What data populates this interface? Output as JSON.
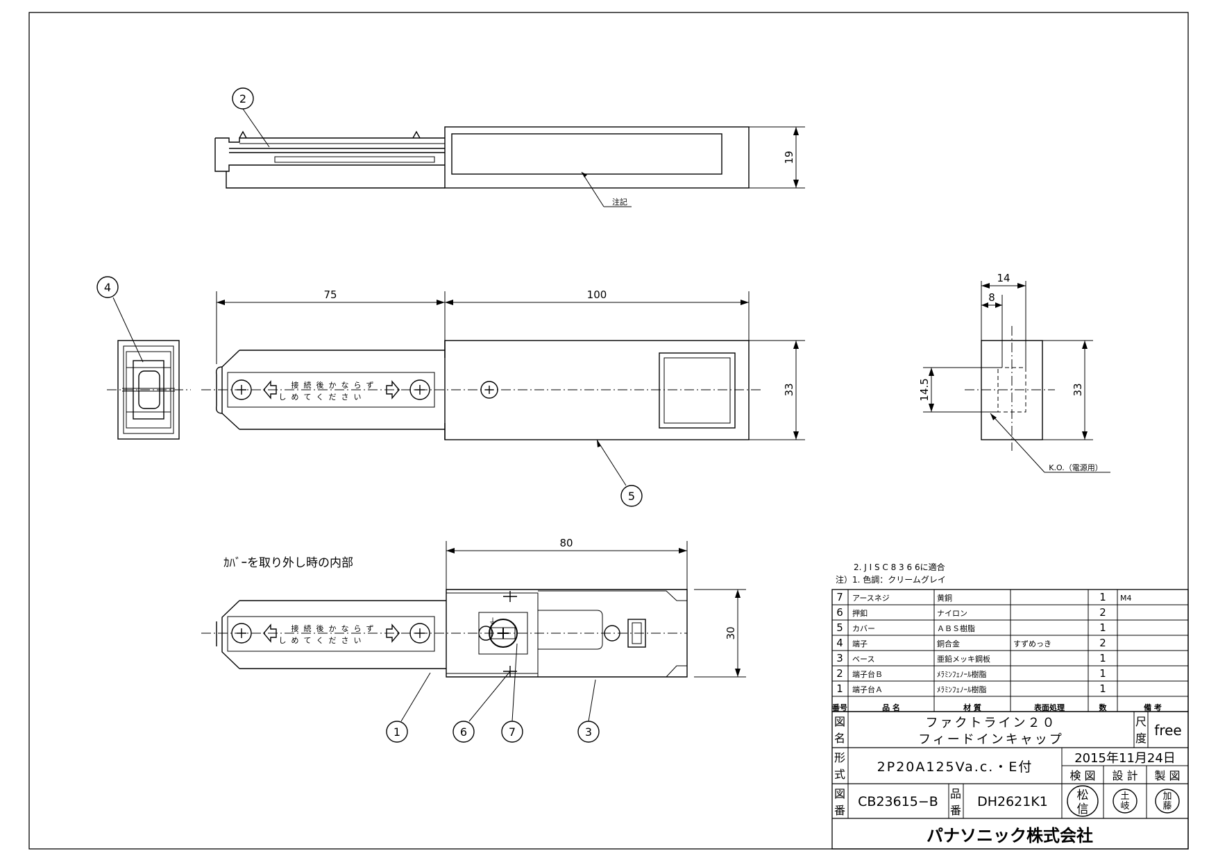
{
  "dimensions": {
    "top_height": "19",
    "front_left_length": "75",
    "front_right_length": "100",
    "front_height": "33",
    "side_width": "14",
    "side_offset": "8",
    "side_ko_height": "14.5",
    "side_height": "33",
    "inner_length": "80",
    "inner_height": "30"
  },
  "balloons": [
    "2",
    "4",
    "5",
    "1",
    "6",
    "7",
    "3"
  ],
  "labels": {
    "note_label": "注記",
    "ko_label": "K.O.（電源用）",
    "inner_caption": "ｶﾊﾞｰを取り外し時の内部",
    "earth_symbol": "⏚"
  },
  "arrow_text": [
    "接",
    "続",
    "後",
    "か",
    "な",
    "ら",
    "ず",
    "し",
    "め",
    "て",
    "く",
    "だ",
    "さ",
    "い"
  ],
  "notes": [
    "2. J I S  C  8 3 6 6に適合",
    "注）1. 色調：クリームグレイ"
  ],
  "parts_table": {
    "headers": [
      "番号",
      "品 名",
      "材 質",
      "表面処理",
      "数",
      "備 考"
    ],
    "rows": [
      {
        "no": "7",
        "name": "アースネジ",
        "material": "黄銅",
        "finish": "",
        "qty": "1",
        "remark": "M4"
      },
      {
        "no": "6",
        "name": "押釦",
        "material": "ナイロン",
        "finish": "",
        "qty": "2",
        "remark": ""
      },
      {
        "no": "5",
        "name": "カバー",
        "material": "ＡＢＳ樹脂",
        "finish": "",
        "qty": "1",
        "remark": ""
      },
      {
        "no": "4",
        "name": "端子",
        "material": "銅合金",
        "finish": "すずめっき",
        "qty": "2",
        "remark": ""
      },
      {
        "no": "3",
        "name": "ベース",
        "material": "亜鉛メッキ鋼板",
        "finish": "",
        "qty": "1",
        "remark": ""
      },
      {
        "no": "2",
        "name": "端子台Ｂ",
        "material": "ﾒﾗﾐﾝﾌｪﾉｰﾙ樹脂",
        "finish": "",
        "qty": "1",
        "remark": ""
      },
      {
        "no": "1",
        "name": "端子台Ａ",
        "material": "ﾒﾗﾐﾝﾌｪﾉｰﾙ樹脂",
        "finish": "",
        "qty": "1",
        "remark": ""
      }
    ]
  },
  "title_block": {
    "drawing_name_label_1": "図",
    "drawing_name_label_2": "名",
    "drawing_name_line1": "ファクトライン２０",
    "drawing_name_line2": "フィードインキャップ",
    "scale_label_1": "尺",
    "scale_label_2": "度",
    "scale_value": "free",
    "model_label_1": "形",
    "model_label_2": "式",
    "model_value": "2P20A125Va.c.・E付",
    "date": "2015年11月24日",
    "checked_label": "検 図",
    "designed_label": "設 計",
    "drawn_label": "製 図",
    "drawing_no_label_1": "図",
    "drawing_no_label_2": "番",
    "drawing_no": "CB23615−B",
    "part_no_label_1": "品",
    "part_no_label_2": "番",
    "part_no": "DH2621K1",
    "stamp_checked_1": "松",
    "stamp_checked_2": "信",
    "stamp_designed_1": "土",
    "stamp_designed_2": "岐",
    "stamp_drawn_1": "加",
    "stamp_drawn_2": "藤",
    "company": "パナソニック株式会社"
  }
}
